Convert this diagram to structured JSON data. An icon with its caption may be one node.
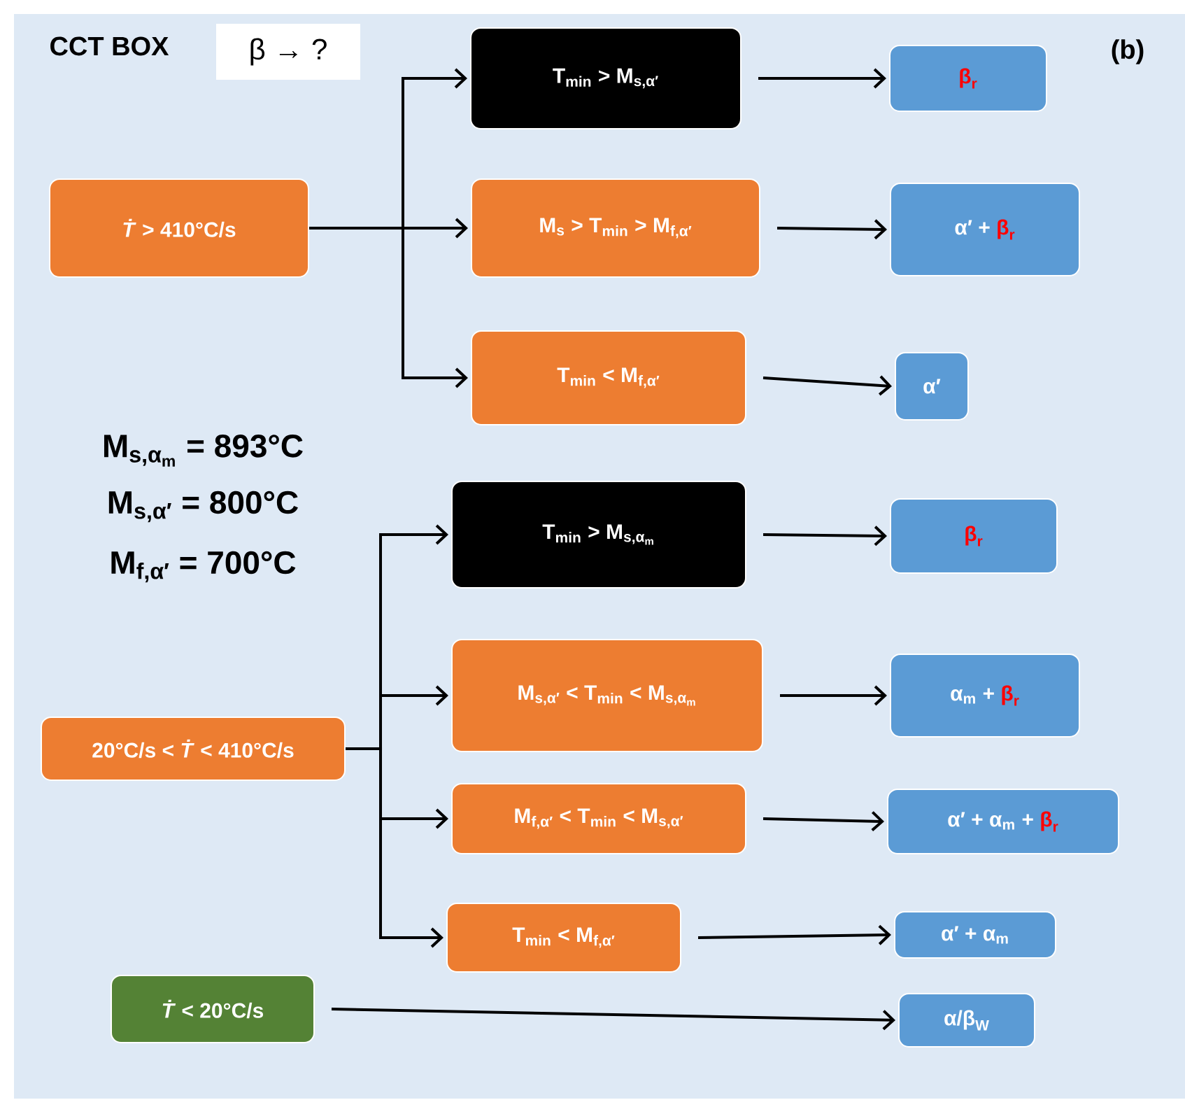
{
  "diagram": {
    "nodes": [
      {
        "text": [
          "\\text{β → ?}"
        ]
      },
      {
        "text": [
          "\\text{\\textit{\\.{T}} > 410°C/s}"
        ]
      },
      {
        "text": [
          "\\text{T}_{\\text{min}}\\text{ > M}_{\\text{s,α′}}"
        ]
      },
      {
        "text": [
          "\\textcolor{red}{\\text{β}_{\\text{r}}}"
        ]
      },
      {
        "text": [
          "\\text{M}_{\\text{s}}\\text{ > T}_{\\text{min}}\\text{ > M}_{\\text{f,α′}}"
        ]
      },
      {
        "text": [
          "\\text{α′ + }\\textcolor{red}{\\text{β}_{\\text{r}}}"
        ]
      },
      {
        "text": [
          "\\text{T}_{\\text{min}}\\text{ < M}_{\\text{f,α′}}"
        ]
      },
      {
        "text": [
          "\\text{α′}"
        ]
      },
      {
        "text": [
          "\\text{20°C/s < \\textit{\\.{T}} < 410°C/s}"
        ]
      },
      {
        "text": [
          "\\text{T}_{\\text{min}}\\text{ > M}_{\\text{s,α}_{\\text{m}}}"
        ]
      },
      {
        "text": [
          "\\textcolor{red}{\\text{β}_{\\text{r}}}"
        ]
      },
      {
        "text": [
          "\\text{M}_{\\text{s,α′}}\\text{ < T}_{\\text{min}}\\text{ < M}_{\\text{s,α}_{\\text{m}}}"
        ]
      },
      {
        "text": [
          "\\text{α}_{\\text{m}}\\text{ + }\\textcolor{red}{\\text{β}_{\\text{r}}}"
        ]
      },
      {
        "text": [
          "\\text{M}_{\\text{f,α′}}\\text{ < T}_{\\text{min}}\\text{ < M}_{\\text{s,α′}}"
        ]
      },
      {
        "text": [
          "\\text{α′ + α}_{\\text{m}}\\text{ + }\\textcolor{red}{\\text{β}_{\\text{r}}}"
        ]
      },
      {
        "text": [
          "\\text{T}_{\\text{min}}\\text{ < M}_{\\text{f,α′}}"
        ]
      },
      {
        "text": [
          "\\text{α′ + α}_{\\text{m}}"
        ]
      },
      {
        "text": [
          "\\text{\\textit{\\.{T}} < 20°C/s}"
        ]
      },
      {
        "text": [
          "\\text{α/β}_{\\text{W}}"
        ]
      }
    ],
    "edges": [
      {
        "from": 1,
        "to": 2,
        "arrow": "to"
      },
      {
        "from": 1,
        "to": 4,
        "arrow": "to"
      },
      {
        "from": 1,
        "to": 6,
        "arrow": "to"
      },
      {
        "from": 2,
        "to": 3,
        "arrow": "to"
      },
      {
        "from": 4,
        "to": 5,
        "arrow": "to"
      },
      {
        "from": 6,
        "to": 7,
        "arrow": "to"
      },
      {
        "from": 8,
        "to": 9,
        "arrow": "to"
      },
      {
        "from": 8,
        "to": 11,
        "arrow": "to"
      },
      {
        "from": 8,
        "to": 13,
        "arrow": "to"
      },
      {
        "from": 8,
        "to": 15,
        "arrow": "to"
      },
      {
        "from": 9,
        "to": 10,
        "arrow": "to"
      },
      {
        "from": 11,
        "to": 12,
        "arrow": "to"
      },
      {
        "from": 13,
        "to": 14,
        "arrow": "to"
      },
      {
        "from": 15,
        "to": 16,
        "arrow": "to"
      },
      {
        "from": 17,
        "to": 18,
        "arrow": "to"
      }
    ],
    "labels": [
      "CCT BOX",
      "(b)",
      "\\text{M}_{\\text{s,α}_{\\text{m}}}\\text{ = 893°C}",
      "\\text{M}_{\\text{s,α′}}\\text{ = 800°C}",
      "\\text{M}_{\\text{f,α′}}\\text{ = 700°C}"
    ]
  }
}
